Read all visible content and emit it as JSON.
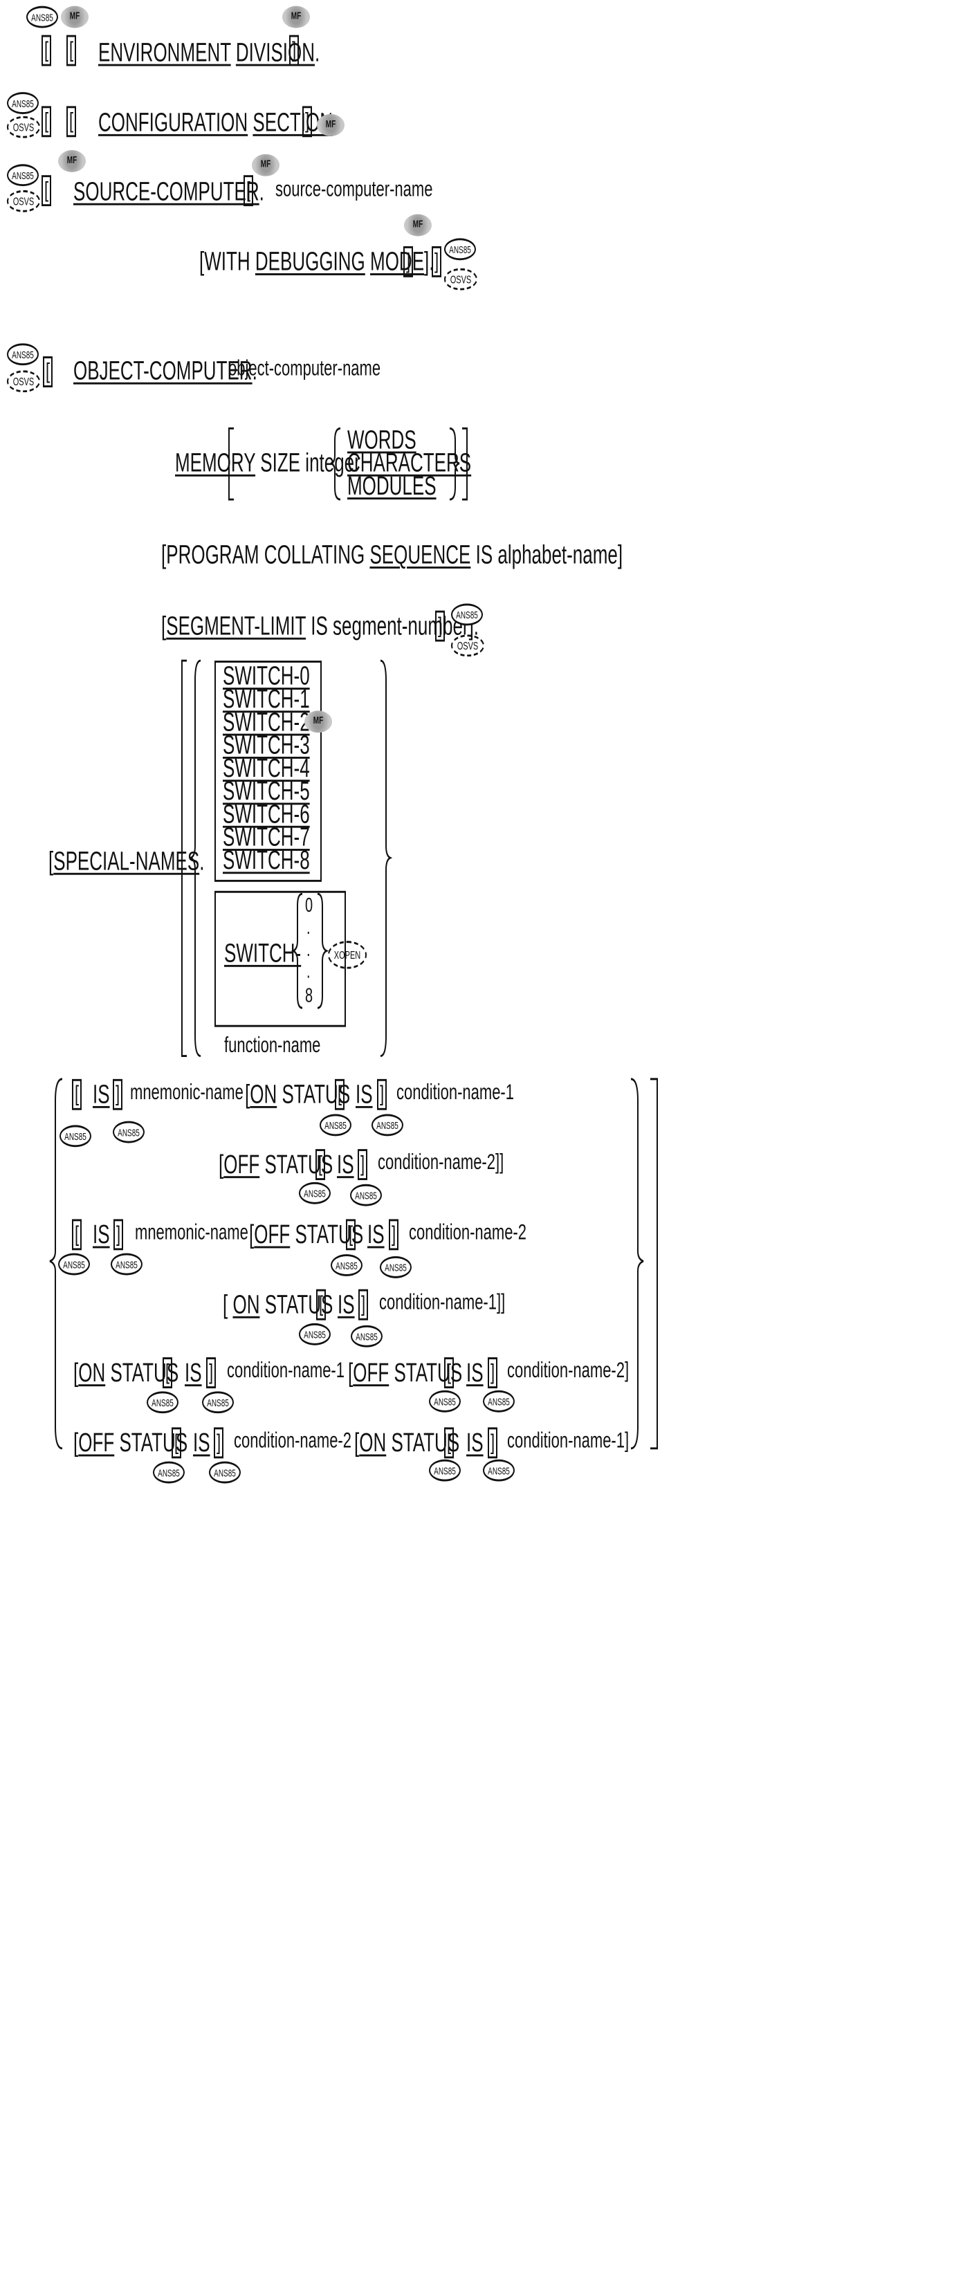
{
  "env": {
    "open": "[",
    "close": "]",
    "environment": "ENVIRONMENT",
    "division": "DIVISION",
    "period": ".",
    "configuration": "CONFIGURATION",
    "section": "SECTION"
  },
  "source": {
    "keyword": "SOURCE-COMPUTER",
    "period": ".",
    "name": "source-computer-name",
    "debug_open": "[WITH ",
    "debugging": "DEBUGGING",
    "mode": "MODE",
    "debug_close": "].",
    "open": "[",
    "close": "]"
  },
  "object": {
    "keyword": "OBJECT-COMPUTER",
    "period": ".",
    "name": "object-computer-name",
    "open": "[",
    "memory": "MEMORY",
    "size_integer": " SIZE integer",
    "units": [
      "WORDS",
      "CHARACTERS",
      "MODULES"
    ],
    "program_open": "[PROGRAM COLLATING ",
    "sequence": "SEQUENCE",
    "alphabet": " IS alphabet-name]",
    "seg_open": "[",
    "segment_limit": "SEGMENT-LIMIT",
    "seg_rest": " IS segment-number].",
    "close": "]"
  },
  "special": {
    "open": "[",
    "special_names": "SPECIAL-NAMES",
    "period": ".",
    "switches": [
      "SWITCH-0",
      "SWITCH-1",
      "SWITCH-2",
      "SWITCH-3",
      "SWITCH-4",
      "SWITCH-5",
      "SWITCH-6",
      "SWITCH-7",
      "SWITCH-8"
    ],
    "switch_prefix": "SWITCH-",
    "range": [
      "0",
      ".",
      ".",
      ".",
      "8"
    ],
    "function_name": "function-name"
  },
  "clauses": {
    "open_box": "[",
    "close_box": "]",
    "is": "IS",
    "mnemonic": "mnemonic-name",
    "on": "ON",
    "off": "OFF",
    "status": " STATUS",
    "lbr": "[",
    "rbr": "]",
    "rbr2": "]]",
    "cond1": "condition-name-1",
    "cond2": "condition-name-2"
  },
  "marks": {
    "ans85": "ANS85",
    "osvs": "OSVS",
    "mf": "MF",
    "xopen": "XOPEN"
  }
}
